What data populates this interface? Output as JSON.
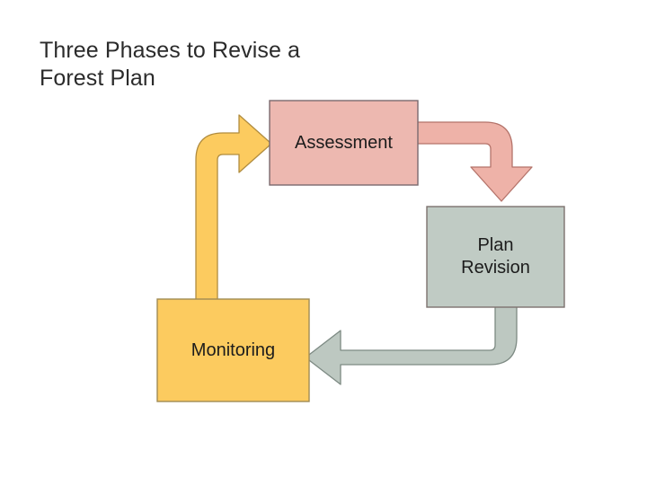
{
  "slide": {
    "title": "Three Phases to Revise a\nForest Plan",
    "background_color": "#ffffff",
    "title_color": "#2b2b2b"
  },
  "diagram": {
    "type": "cycle",
    "nodes": [
      {
        "id": "assessment",
        "label": "Assessment",
        "fill_color": "#edb8b0",
        "border_color": "#7a6a6e"
      },
      {
        "id": "plan-revision",
        "label": "Plan\nRevision",
        "fill_color": "#c0cbc4",
        "border_color": "#7d726e"
      },
      {
        "id": "monitoring",
        "label": "Monitoring",
        "fill_color": "#fccb5f",
        "border_color": "#a08b54"
      }
    ],
    "arrows": [
      {
        "id": "assessment-to-plan-revision",
        "from": "assessment",
        "to": "plan-revision",
        "fill_color": "#eeb2a8",
        "border_color": "#b4736a"
      },
      {
        "id": "plan-revision-to-monitoring",
        "from": "plan-revision",
        "to": "monitoring",
        "fill_color": "#bdc8c1",
        "border_color": "#7d8a83"
      },
      {
        "id": "monitoring-to-assessment",
        "from": "monitoring",
        "to": "assessment",
        "fill_color": "#fccb5f",
        "border_color": "#b08c3f"
      }
    ]
  }
}
